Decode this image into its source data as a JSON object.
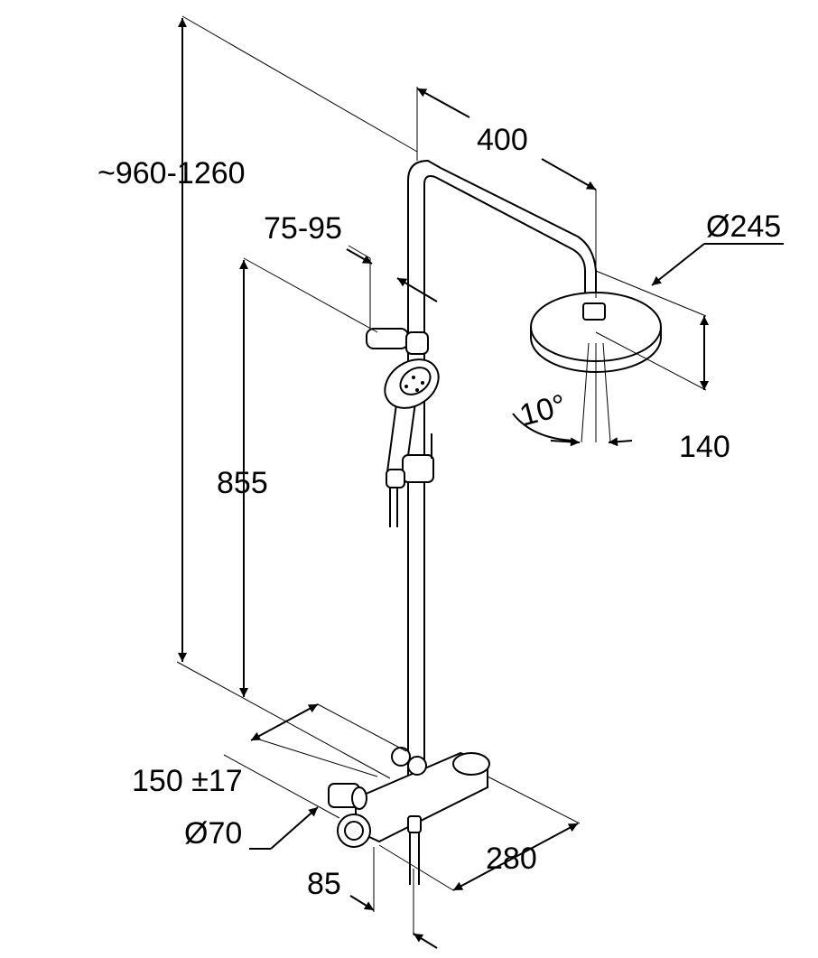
{
  "diagram": {
    "type": "technical-dimension-drawing",
    "subject": "thermostatic shower system",
    "dimensions": {
      "total_height": "~960-1260",
      "arm_length": "400",
      "head_diameter": "Ø245",
      "rail_offset": "75-95",
      "head_height": "140",
      "tilt_angle": "10°",
      "rail_length": "855",
      "connection_spacing": "150 ±17",
      "mixer_diameter": "Ø70",
      "mixer_width": "280",
      "wall_distance": "85"
    }
  }
}
